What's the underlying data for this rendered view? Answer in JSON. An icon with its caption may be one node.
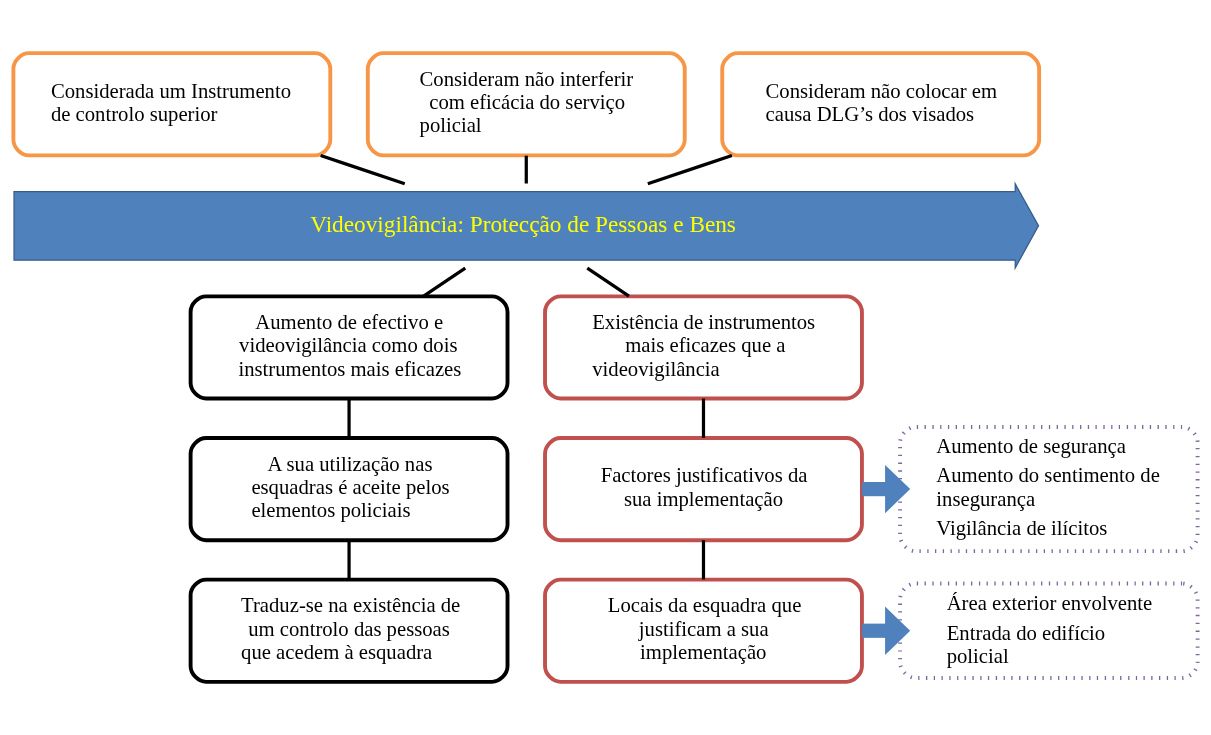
{
  "diagram": {
    "nodes": [
      {
        "text": [
          "Considerada um Instrumento de controlo superior"
        ]
      },
      {
        "text": [
          "Consideram não interferir com eficácia do serviço policial"
        ]
      },
      {
        "text": [
          "Consideram não colocar em causa DLG’s dos visados"
        ]
      },
      {
        "text": [
          "Videovigilância: Protecção de Pessoas e Bens"
        ]
      },
      {
        "text": [
          "Aumento de efectivo e videovigilância como dois instrumentos mais eficazes"
        ]
      },
      {
        "text": [
          "Existência de instrumentos mais eficazes que a videovigilância"
        ]
      },
      {
        "text": [
          "A sua utilização nas esquadras é aceite pelos elementos policiais"
        ]
      },
      {
        "text": [
          "Factores justificativos da sua implementação"
        ]
      },
      {
        "text": [
          "Aumento de segurança",
          "Aumento do sentimento de insegurança",
          "Vigilância de ilícitos"
        ]
      },
      {
        "text": [
          "Traduz-se na existência de um controlo das pessoas que acedem à esquadra"
        ]
      },
      {
        "text": [
          "Locais da esquadra que justificam a sua implementação"
        ]
      },
      {
        "text": [
          "Área exterior envolvente",
          "Entrada do edifício policial"
        ]
      }
    ],
    "edges": [
      {
        "from": 0,
        "to": 3,
        "arrow": "none"
      },
      {
        "from": 1,
        "to": 3,
        "arrow": "none"
      },
      {
        "from": 2,
        "to": 3,
        "arrow": "none"
      },
      {
        "from": 3,
        "to": 4,
        "arrow": "none"
      },
      {
        "from": 4,
        "to": 6,
        "arrow": "none"
      },
      {
        "from": 6,
        "to": 9,
        "arrow": "none"
      },
      {
        "from": 3,
        "to": 5,
        "arrow": "none"
      },
      {
        "from": 5,
        "to": 7,
        "arrow": "none"
      },
      {
        "from": 7,
        "to": 10,
        "arrow": "none"
      },
      {
        "from": 7,
        "to": 8,
        "arrow": "to",
        "style": "thick",
        "color": "#4f81bd"
      },
      {
        "from": 10,
        "to": 11,
        "arrow": "to",
        "style": "thick",
        "color": "#4f81bd"
      }
    ]
  }
}
